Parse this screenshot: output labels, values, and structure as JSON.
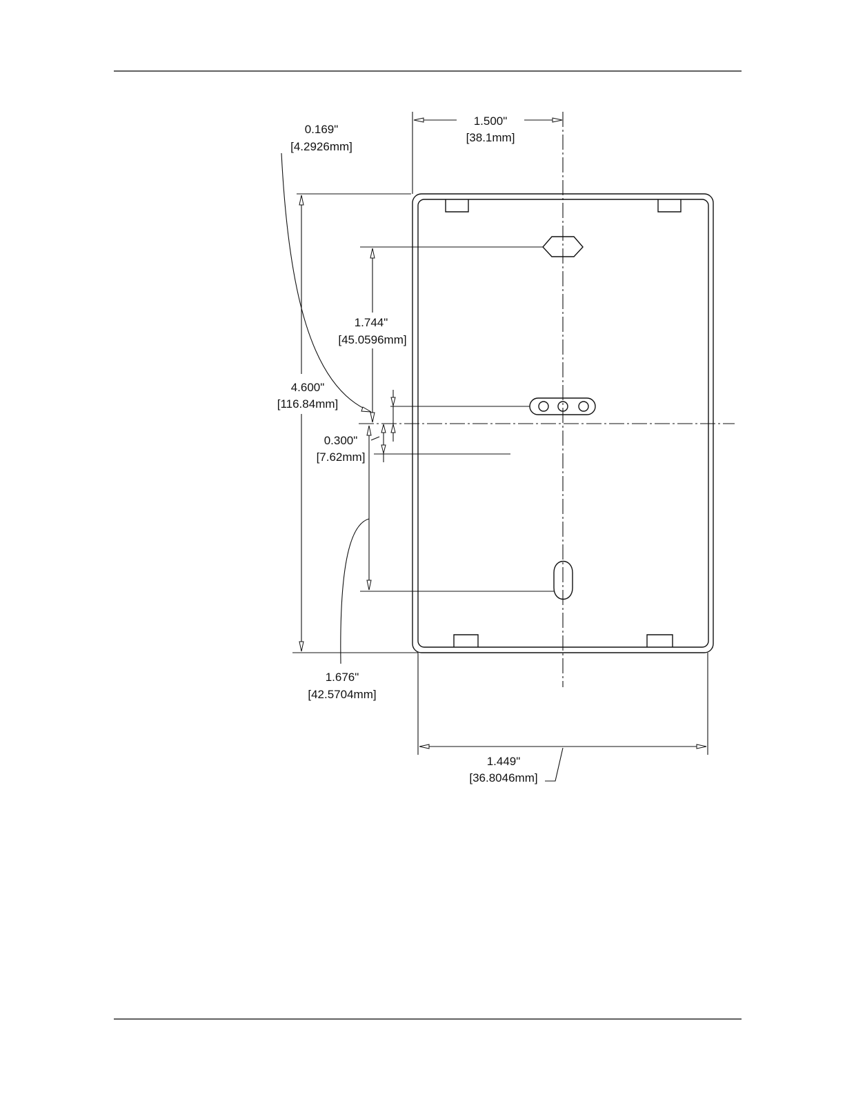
{
  "dimensions": {
    "top_width": {
      "inch": "1.500\"",
      "mm": "[38.1mm]"
    },
    "corner_radius": {
      "inch": "0.169\"",
      "mm": "[4.2926mm]"
    },
    "upper_slot_offset": {
      "inch": "1.744\"",
      "mm": "[45.0596mm]"
    },
    "overall_height": {
      "inch": "4.600\"",
      "mm": "[116.84mm]"
    },
    "centerline_offset": {
      "inch": "0.300\"",
      "mm": "[7.62mm]"
    },
    "lower_slot_offset": {
      "inch": "1.676\"",
      "mm": "[42.5704mm]"
    },
    "bottom_width": {
      "inch": "1.449\"",
      "mm": "[36.8046mm]"
    }
  },
  "colors": {
    "line": "#111111",
    "background": "#ffffff"
  }
}
